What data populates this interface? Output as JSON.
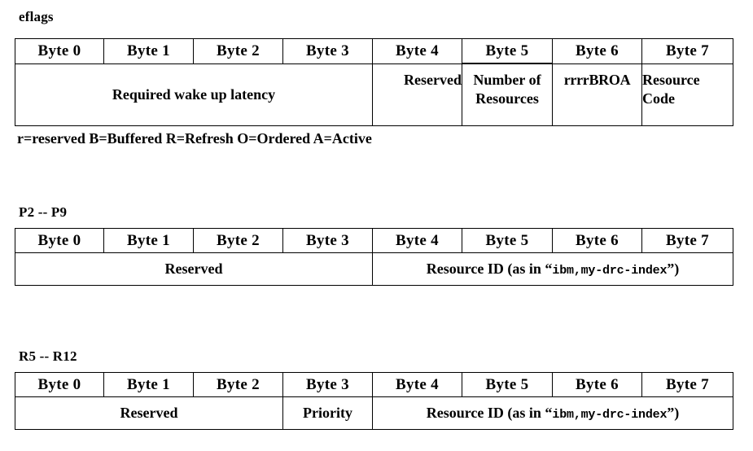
{
  "document": {
    "type": "register-layout-diagrams",
    "background_color": "#ffffff",
    "text_color": "#000000"
  },
  "byte_headers": [
    "Byte 0",
    "Byte 1",
    "Byte 2",
    "Byte 3",
    "Byte 4",
    "Byte 5",
    "Byte 6",
    "Byte 7"
  ],
  "tables": [
    {
      "label": "eflags",
      "headers": [
        "Byte 0",
        "Byte 1",
        "Byte 2",
        "Byte 3",
        "Byte 4",
        "Byte 5",
        "Byte 6",
        "Byte 7"
      ],
      "fields": [
        {
          "text": "Required wake up latency",
          "span_bytes": "0-3",
          "align": "center"
        },
        {
          "text": "Reserved",
          "span_bytes": "4",
          "align": "right"
        },
        {
          "text": "Number of Resources",
          "span_bytes": "5",
          "align": "center"
        },
        {
          "text": "rrrrBROA",
          "span_bytes": "6",
          "align": "center"
        },
        {
          "text": "Resource Code",
          "span_bytes": "7",
          "align": "left"
        }
      ],
      "legend": "r=reserved B=Buffered R=Refresh O=Ordered A=Active"
    },
    {
      "label": "P2 -- P9",
      "headers": [
        "Byte 0",
        "Byte 1",
        "Byte 2",
        "Byte 3",
        "Byte 4",
        "Byte 5",
        "Byte 6",
        "Byte 7"
      ],
      "fields": [
        {
          "text": "Reserved",
          "span_bytes": "0-3",
          "align": "center"
        },
        {
          "text_prefix": "Resource ID (as in “",
          "text_mono": "ibm,my-drc-index",
          "text_suffix": "”)",
          "span_bytes": "4-7",
          "align": "center"
        }
      ],
      "legend": ""
    },
    {
      "label": "R5 -- R12",
      "headers": [
        "Byte 0",
        "Byte 1",
        "Byte 2",
        "Byte 3",
        "Byte 4",
        "Byte 5",
        "Byte 6",
        "Byte 7"
      ],
      "fields": [
        {
          "text": "Reserved",
          "span_bytes": "0-2",
          "align": "center"
        },
        {
          "text": "Priority",
          "span_bytes": "3",
          "align": "center"
        },
        {
          "text_prefix": "Resource ID (as in “",
          "text_mono": "ibm,my-drc-index",
          "text_suffix": "”)",
          "span_bytes": "4-7",
          "align": "center"
        }
      ],
      "legend": ""
    }
  ]
}
